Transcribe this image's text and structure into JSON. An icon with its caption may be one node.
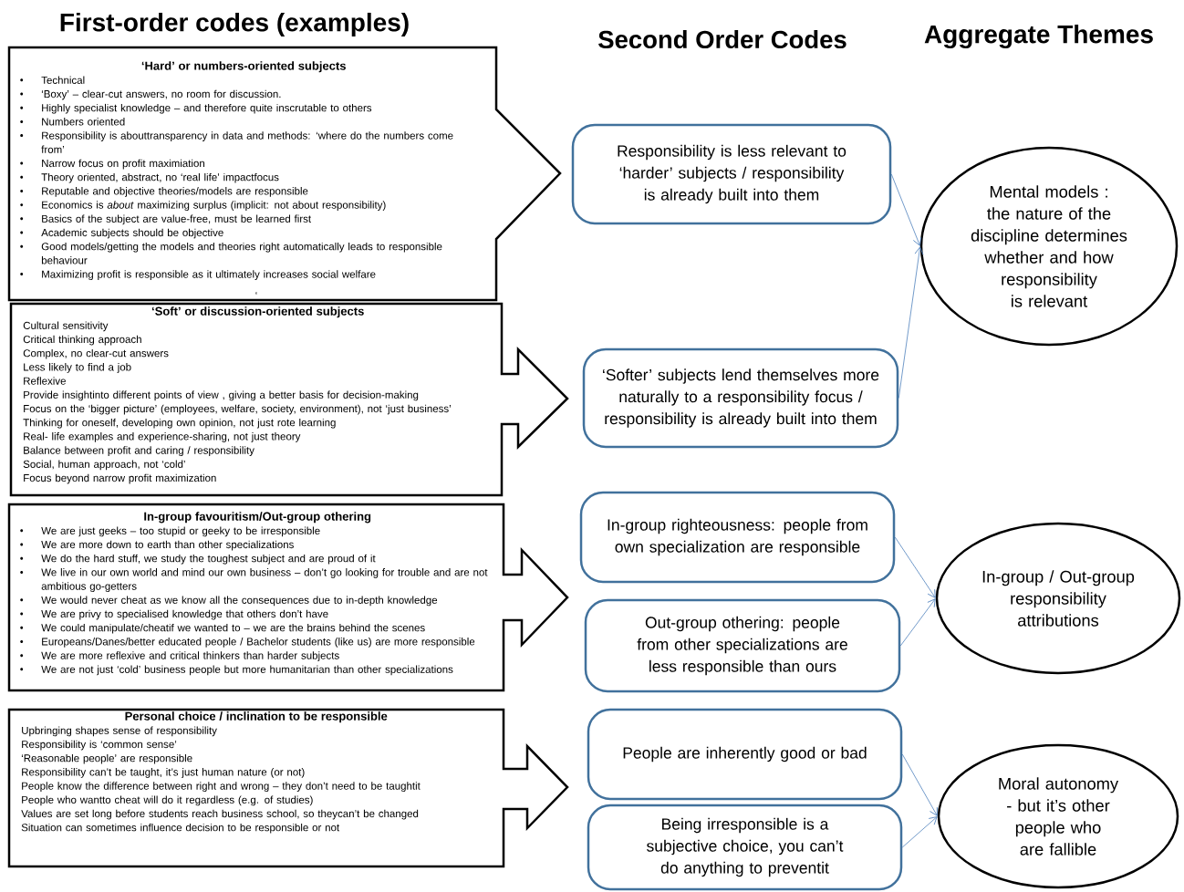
{
  "diagram": {
    "nodes": [
      {
        "text": [
          "‘Hard’ or numbers-oriented subjects",
          "Technical",
          "‘Boxy’ –  clear-cut answers, no room for discussion.",
          "Highly specialist  knowledge – and therefore quite inscrutable to others",
          "Numbers oriented",
          "Responsibility is abouttransparency in data and methods: ‘where do  the numbers come from’",
          "Narrow focus on profit maximiation",
          "Theory oriented, abstract, no  ‘real life’  impactfocus",
          "Reputable and objective theories/models are responsible",
          "Economics is *about* maximizing surplus (implicit: not about responsibility)",
          "Basics of the subject are value-free, must be learned first",
          "Academic subjects should be objective",
          "Good models/getting the models and theories right automatically leads to responsible behaviour",
          "Maximizing profit is responsible as it ultimately increases social welfare"
        ]
      },
      {
        "text": [
          "‘Soft’ or discussion-oriented subjects",
          "Cultural sensitivity",
          "Critical thinking approach",
          "Complex, no clear-cut answers",
          "Less likely to find a job",
          "Reflexive",
          "Provide insightinto different points of view , giving a better basis  for decision-making",
          "Focus on the ‘bigger picture’ (employees, welfare, society, environment), not ‘just business’",
          "Thinking for oneself, developing own opinion, not just rote learning",
          "Real- life examples and experience-sharing, not just theory",
          "Balance between profit and caring / responsibility",
          "Social, human approach, not ‘cold’",
          "Focus beyond narrow profit maximization"
        ]
      },
      {
        "text": [
          "In-group favouritism/Out-group othering",
          "We are just geeks – too stupid or geeky to be irresponsible",
          "We are more down to earth than other specializations",
          "We do the hard stuff, we study the toughest subject and are proud of it",
          "We live in our own world and mind our own business – don’t go looking for trouble and are not ambitious go-getters",
          "We would never cheat as we know all the consequences due to in-depth knowledge",
          "We are privy to specialised knowledge that others don’t have",
          "We could manipulate/cheatif we wanted to – we are the brains behind the  scenes",
          "Europeans/Danes/better educated people / Bachelor students  (like us) are more responsible",
          "We are more reflexive and critical thinkers than harder subjects",
          "We are not just ‘cold’ business people but more humanitarian than other specializations"
        ]
      },
      {
        "text": [
          "Personal choice / inclination to be responsible",
          "Upbringing shapes sense of responsibility",
          "Responsibility is ‘common sense’",
          "‘Reasonable people’ are responsible",
          "Responsibility can’t be taught, it’s just human nature (or not)",
          "People know the difference between right and wrong – they don’t need  to be taughtit",
          "People who wantto cheat will do it regardless (e.g. of studies)",
          "Values are set long before students reach business school, so theycan’t be changed",
          "Situation can sometimes influence decision to be responsible or not"
        ]
      },
      {
        "text": [
          "Responsibility is less relevant to ‘harder’ subjects / responsibility is already built into them"
        ]
      },
      {
        "text": [
          "‘Softer’ subjects lend themselves more naturally to a responsibility focus /  responsibility is already built into them"
        ]
      },
      {
        "text": [
          "In-group righteousness: people from own specialization are responsible"
        ]
      },
      {
        "text": [
          "Out-group othering: people from other specializations are less responsible than ours"
        ]
      },
      {
        "text": [
          "People are inherently good or bad"
        ]
      },
      {
        "text": [
          "Being irresponsible  is a subjective choice, you can’t do anything to preventit"
        ]
      },
      {
        "text": [
          "Mental models : the nature of the discipline determines whether and how responsibility is relevant"
        ]
      },
      {
        "text": [
          "In-group / Out-group responsibility attributions"
        ]
      },
      {
        "text": [
          "Moral autonomy - but it’s other people who are fallible"
        ]
      }
    ],
    "edges": [
      {
        "from": 4,
        "to": 10,
        "arrow": "to"
      },
      {
        "from": 5,
        "to": 10,
        "arrow": "to"
      },
      {
        "from": 6,
        "to": 11,
        "arrow": "to"
      },
      {
        "from": 7,
        "to": 11,
        "arrow": "to"
      },
      {
        "from": 8,
        "to": 12,
        "arrow": "to"
      },
      {
        "from": 9,
        "to": 12,
        "arrow": "to"
      }
    ],
    "labels": [
      "First-order codes (examples)",
      "Second Order Codes",
      "Aggregate Themes",
      "‘"
    ]
  }
}
